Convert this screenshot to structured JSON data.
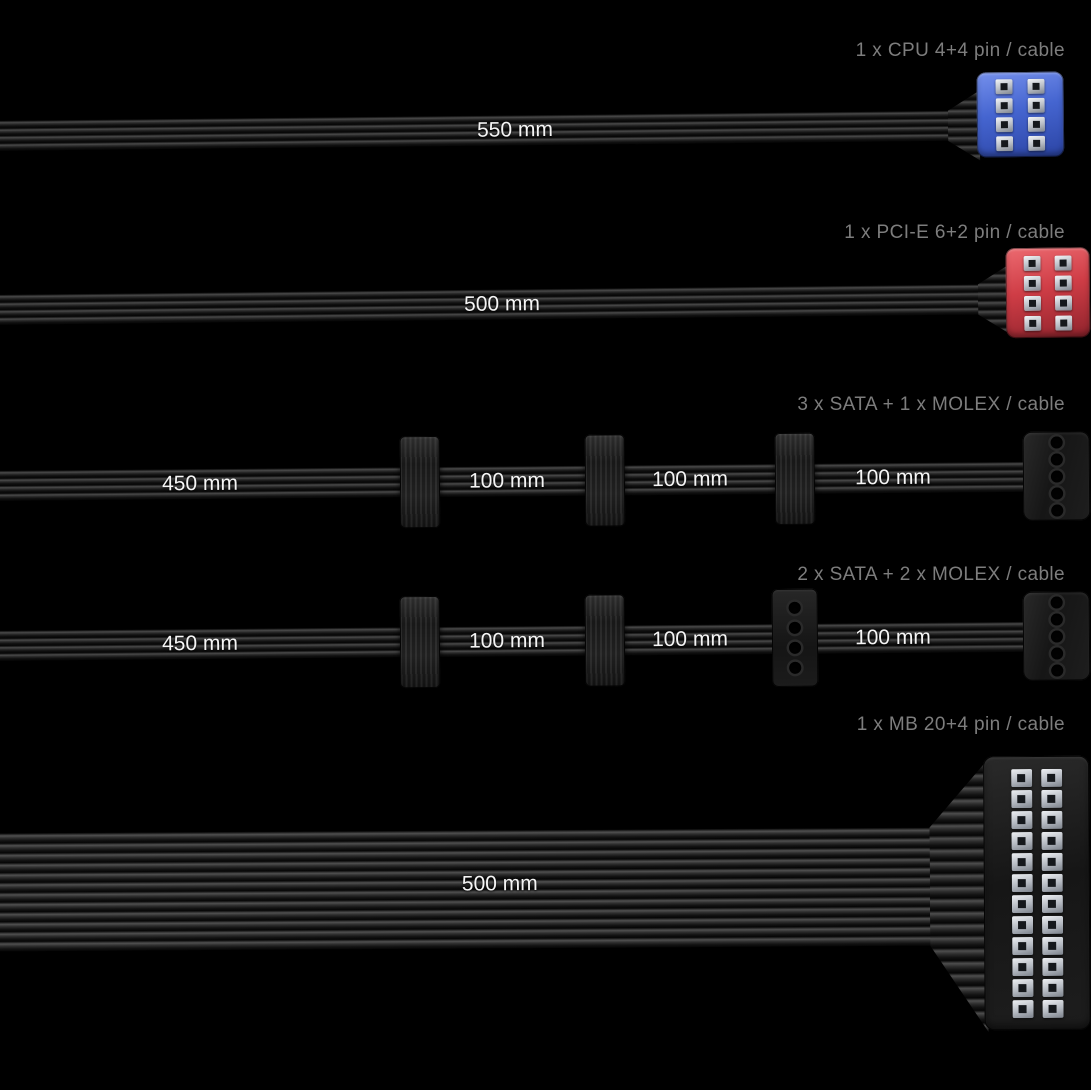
{
  "colors": {
    "background": "#000000",
    "label_text": "#7d7d7d",
    "measure_text": "#f5f5f5",
    "cpu_connector": "#4565d0",
    "pcie_connector": "#cf3d46"
  },
  "cables": [
    {
      "id": "cpu",
      "label": "1 x CPU 4+4 pin / cable",
      "connector": "cpu-4plus4-connector",
      "lengths": [
        "550 mm"
      ]
    },
    {
      "id": "pcie",
      "label": "1 x PCI-E 6+2 pin / cable",
      "connector": "pcie-6plus2-connector",
      "lengths": [
        "500 mm"
      ]
    },
    {
      "id": "sata3-molex1",
      "label": "3 x SATA + 1 x MOLEX / cable",
      "connector": "3x-sata-inline-plus-molex-end",
      "lengths": [
        "450 mm",
        "100 mm",
        "100 mm",
        "100 mm"
      ]
    },
    {
      "id": "sata2-molex2",
      "label": "2 x SATA + 2 x MOLEX / cable",
      "connector": "2x-sata-inline-plus-molex-inline-plus-molex-end",
      "lengths": [
        "450 mm",
        "100 mm",
        "100 mm",
        "100 mm"
      ]
    },
    {
      "id": "mb",
      "label": "1 x MB 20+4 pin / cable",
      "connector": "mb-20plus4-connector",
      "lengths": [
        "500 mm"
      ]
    }
  ]
}
